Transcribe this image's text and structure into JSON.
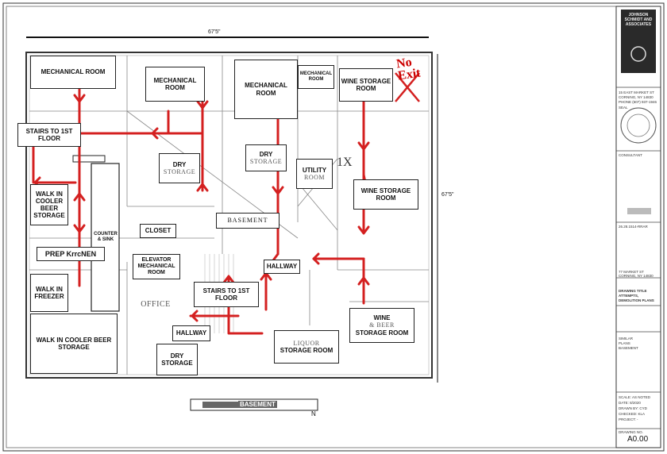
{
  "plan": {
    "dimension_top": "67'5\"",
    "dimension_right": "67'5\"",
    "title_bar_label": "BASEMENT",
    "north_mark": "N",
    "handwritten_annotation": "No Exit",
    "x_mark": "1X"
  },
  "rooms": {
    "mechanical_1": "MECHANICAL ROOM",
    "mechanical_2": "MECHANICAL ROOM",
    "mechanical_3": "MECHANICAL ROOM",
    "mechanical_4": "MECHANICAL ROOM",
    "wine_storage_top": "WINE STORAGE ROOM",
    "stairs_1st_floor_left": "STAIRS TO 1ST FLOOR",
    "dry_storage_1_line1": "DRY",
    "dry_storage_1_line2": "STORAGE",
    "dry_storage_2_line1": "DRY",
    "dry_storage_2_line2": "STORAGE",
    "utility_line1": "UTILITY",
    "utility_line2": "ROOM",
    "wine_storage_mid": "WINE STORAGE ROOM",
    "walk_in_cooler_beer": "WALK IN COOLER BEER STORAGE",
    "counter_sink": "COUNTER & SINK",
    "closet": "CLOSET",
    "basement_center": "BASEMENT",
    "prep_kitchen": "PREP KrrcNEN",
    "elevator_mechanical": "ELEVATOR MECHANICAL ROOM",
    "hallway_1": "HALLWAY",
    "walk_in_freezer": "WALK IN FREEZER",
    "office": "OFFICE",
    "stairs_1st_floor_center": "STAIRS TO 1ST FLOOR",
    "wine_beer_storage_line1": "WINE",
    "wine_beer_storage_line2": "& BEER",
    "wine_beer_storage_line3": "STORAGE ROOM",
    "hallway_2": "HALLWAY",
    "walk_in_cooler_beer_2": "WALK IN COOLER BEER STORAGE",
    "dry_storage_3": "DRY STORAGE",
    "liquor_line1": "LIQUOR",
    "liquor_line2": "STORAGE ROOM"
  },
  "title_block": {
    "firm_name": "JOHNSON SCHMIDT AND ASSOCIATES",
    "address_line1": "15 EAST MARKET ST",
    "address_line2": "CORNING, NY 14830",
    "phone": "PHONE (607) 937-1946",
    "seal_label": "SEAL",
    "consultant_label": "CONSULTANT",
    "project_ref": "26.28.1514-rrar",
    "project_address_line1": "77 MARKET ST",
    "project_address_line2": "CORNING, NY 14830",
    "drawing_title_line1": "DRAWING TITLE",
    "drawing_title_line2": "ATTEMPTS,",
    "drawing_title_line3": "DEMOLITION PLANS",
    "sheet_info_line1": "SIMILAR",
    "sheet_info_line2": "PLANS",
    "sheet_info_line3": "BASEMENT",
    "scale": "SCALE: AS NOTED",
    "date": "DATE: 8/2020",
    "drawn_by": "DRAWN BY: CYD",
    "checked": "CHECKED: KLA",
    "project_no": "PROJECT: -",
    "drawing_no_label": "DRAWING NO.",
    "sheet_number": "A0.00"
  },
  "colors": {
    "route": "#d42020",
    "line": "#222222"
  }
}
